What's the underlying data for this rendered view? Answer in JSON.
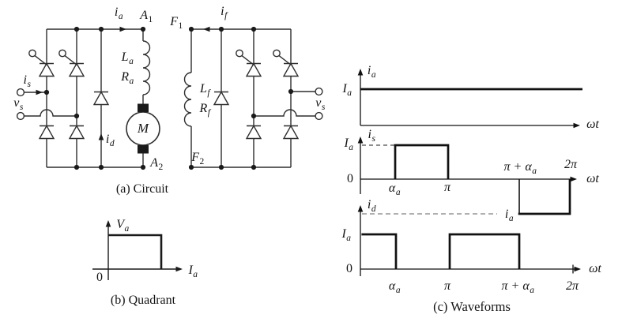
{
  "captions": {
    "a": "(a) Circuit",
    "b": "(b) Quadrant",
    "c": "(c) Waveforms"
  },
  "symbols": {
    "i_a": {
      "base": "i",
      "sub": "a"
    },
    "i_s": {
      "base": "i",
      "sub": "s"
    },
    "i_d": {
      "base": "i",
      "sub": "d"
    },
    "i_f": {
      "base": "i",
      "sub": "f"
    },
    "v_s": {
      "base": "v",
      "sub": "s"
    },
    "A1": {
      "base": "A",
      "sub": "1"
    },
    "A2": {
      "base": "A",
      "sub": "2"
    },
    "F1": {
      "base": "F",
      "sub": "1"
    },
    "F2": {
      "base": "F",
      "sub": "2"
    },
    "L_a": {
      "base": "L",
      "sub": "a"
    },
    "R_a": {
      "base": "R",
      "sub": "a"
    },
    "L_f": {
      "base": "L",
      "sub": "f"
    },
    "R_f": {
      "base": "R",
      "sub": "f"
    },
    "V_a": {
      "base": "V",
      "sub": "a"
    },
    "I_a": {
      "base": "I",
      "sub": "a"
    },
    "M": "M",
    "alpha_a": {
      "base": "α",
      "sub": "a"
    },
    "pi": "π",
    "pi_plus": "π + ",
    "two_pi": "2π",
    "omega_t": "ωt",
    "zero": "0"
  },
  "colors": {
    "circuit_line": "#2e2e2e",
    "waveform_line": "#111111",
    "dashed_line": "#808080",
    "background": "#ffffff"
  },
  "chart_data": [
    {
      "panel": "c-top",
      "type": "line",
      "ylabel": "i_a",
      "xlabel": "ωt",
      "y_tick_labels": [
        "I_a"
      ],
      "x_tick_labels": [],
      "segments": [
        {
          "from": "0",
          "to": "2π",
          "level": "I_a"
        }
      ],
      "note": "constant armature current at I_a for the whole cycle"
    },
    {
      "panel": "c-middle",
      "type": "line",
      "ylabel": "i_s",
      "xlabel": "ωt",
      "y_tick_labels": [
        "I_a",
        "0"
      ],
      "x_tick_labels": [
        "α_a",
        "π",
        "π + α_a",
        "2π"
      ],
      "segments": [
        {
          "from": "0",
          "to": "α_a",
          "level": "0"
        },
        {
          "from": "α_a",
          "to": "π",
          "level": "+I_a"
        },
        {
          "from": "π",
          "to": "π + α_a",
          "level": "0"
        },
        {
          "from": "π + α_a",
          "to": "2π",
          "level": "-I_a (dashed level labeled i_a)"
        }
      ]
    },
    {
      "panel": "c-bottom",
      "type": "line",
      "ylabel": "i_d",
      "xlabel": "ωt",
      "y_tick_labels": [
        "I_a",
        "0"
      ],
      "x_tick_labels": [
        "α_a",
        "π",
        "π + α_a",
        "2π"
      ],
      "segments": [
        {
          "from": "0",
          "to": "α_a",
          "level": "+I_a"
        },
        {
          "from": "α_a",
          "to": "π",
          "level": "0"
        },
        {
          "from": "π",
          "to": "π + α_a",
          "level": "+I_a"
        },
        {
          "from": "π + α_a",
          "to": "2π",
          "level": "0"
        }
      ]
    },
    {
      "panel": "b-quadrant",
      "type": "area",
      "xlabel": "I_a",
      "ylabel": "V_a",
      "note": "operating region: rectangle in first quadrant (V_a ≥ 0, I_a ≥ 0), origin labeled 0"
    }
  ]
}
